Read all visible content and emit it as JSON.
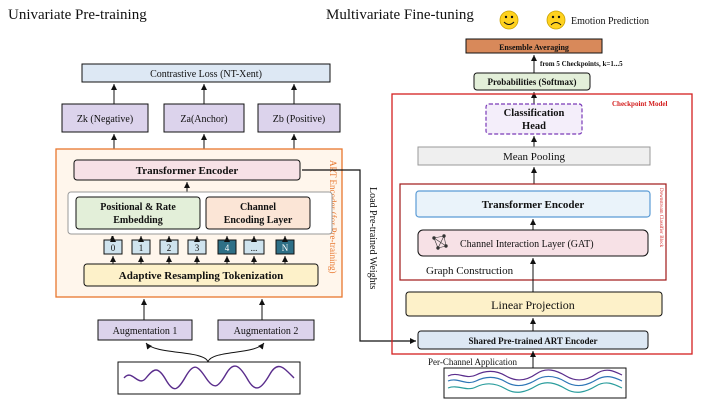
{
  "left": {
    "title": "Univariate Pre-training",
    "contrastive_loss": "Contrastive Loss (NT-Xent)",
    "zk": "Zk (Negative)",
    "za": "Za(Anchor)",
    "zb": "Zb (Positive)",
    "transformer_encoder": "Transformer Encoder",
    "art_label": "ART Encoder (for Pre-training)",
    "pos_embed_line1": "Positional & Rate",
    "pos_embed_line2": "Embedding",
    "channel_line1": "Channel",
    "channel_line2": "Encoding Layer",
    "tokens": [
      "0",
      "1",
      "2",
      "3",
      "4",
      "...",
      "N"
    ],
    "adaptive": "Adaptive Resampling Tokenization",
    "aug1": "Augmentation 1",
    "aug2": "Augmentation 2"
  },
  "middle": {
    "load_label": "Load Pre-trained Weights"
  },
  "right": {
    "title": "Multivariate Fine-tuning",
    "emotion": "Emotion Prediction",
    "ensemble": "Ensemble Averaging",
    "checkpoints": "from 5 Checkpoints, k=1...5",
    "probabilities": "Probabilities (Softmax)",
    "checkpoint_model": "Checkpoint Model",
    "classification_line1": "Classification",
    "classification_line2": "Head",
    "mean_pooling": "Mean Pooling",
    "transformer_encoder": "Transformer Encoder",
    "gat_label": "Channel Interaction Layer (GAT)",
    "graph_construction": "Graph Construction",
    "side_label": "Downstream Classifier Block",
    "linear_projection": "Linear Projection",
    "shared_encoder": "Shared Pre-trained ART Encoder",
    "per_channel": "Per-Channel Application"
  },
  "colors": {
    "light_blue": "#dde8f4",
    "purple": "#dcd3ec",
    "pink": "#f7e1e6",
    "green": "#e3efd9",
    "peach": "#fbe5d6",
    "yellow": "#fdf1c9",
    "token_blue": "#cfe3ee",
    "token_dark": "#2e6f86",
    "orange_brown": "#d8895a",
    "art_frame": "#e8772e",
    "red_frame": "#d42020",
    "dark_red_frame": "#a01818"
  }
}
